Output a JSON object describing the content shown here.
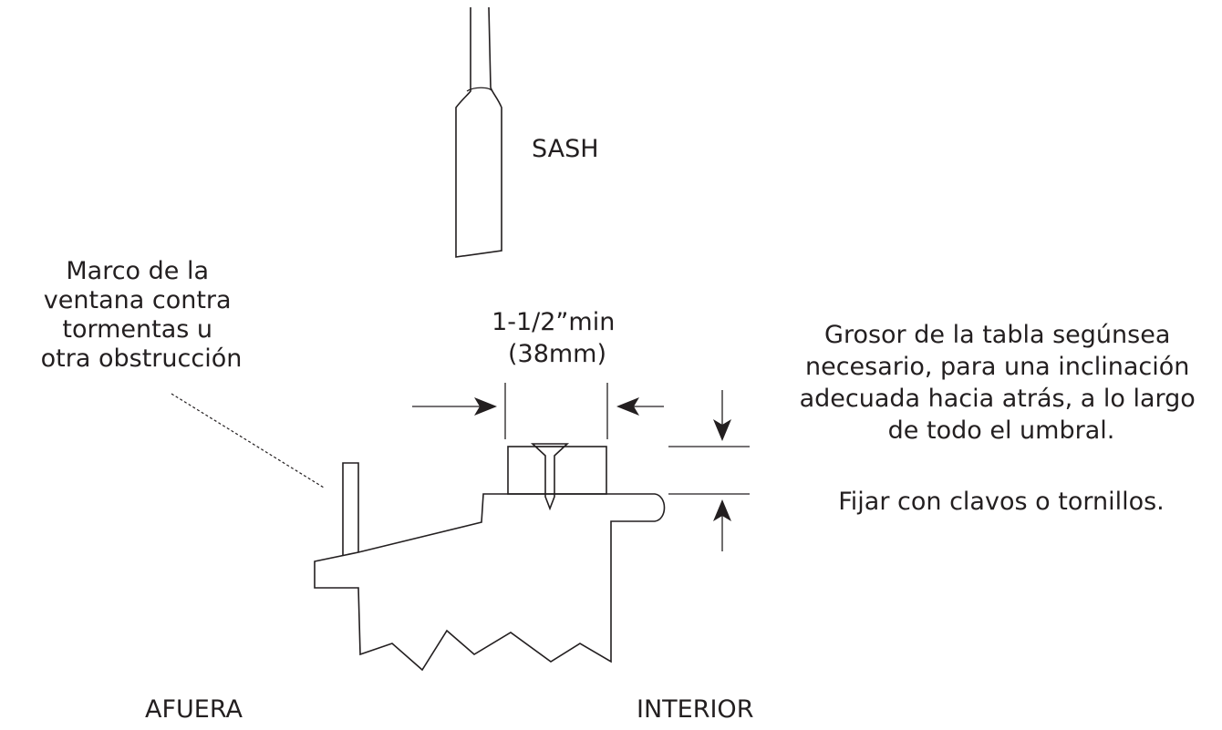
{
  "labels": {
    "sash": "SASH",
    "storm_frame": [
      "Marco de la",
      "ventana contra",
      "tormentas u",
      "otra obstrucción"
    ],
    "min_width": [
      "1-1/2”min",
      "(38mm)"
    ],
    "board_thickness": [
      "Grosor de la tabla segúnsea",
      "necesario, para una inclinación",
      "adecuada hacia atrás, a lo largo",
      "de todo el umbral."
    ],
    "fasten": "Fijar con clavos o tornillos.",
    "outside": "AFUERA",
    "inside": "INTERIOR"
  },
  "colors": {
    "line": "#231f20",
    "background": "#ffffff"
  }
}
